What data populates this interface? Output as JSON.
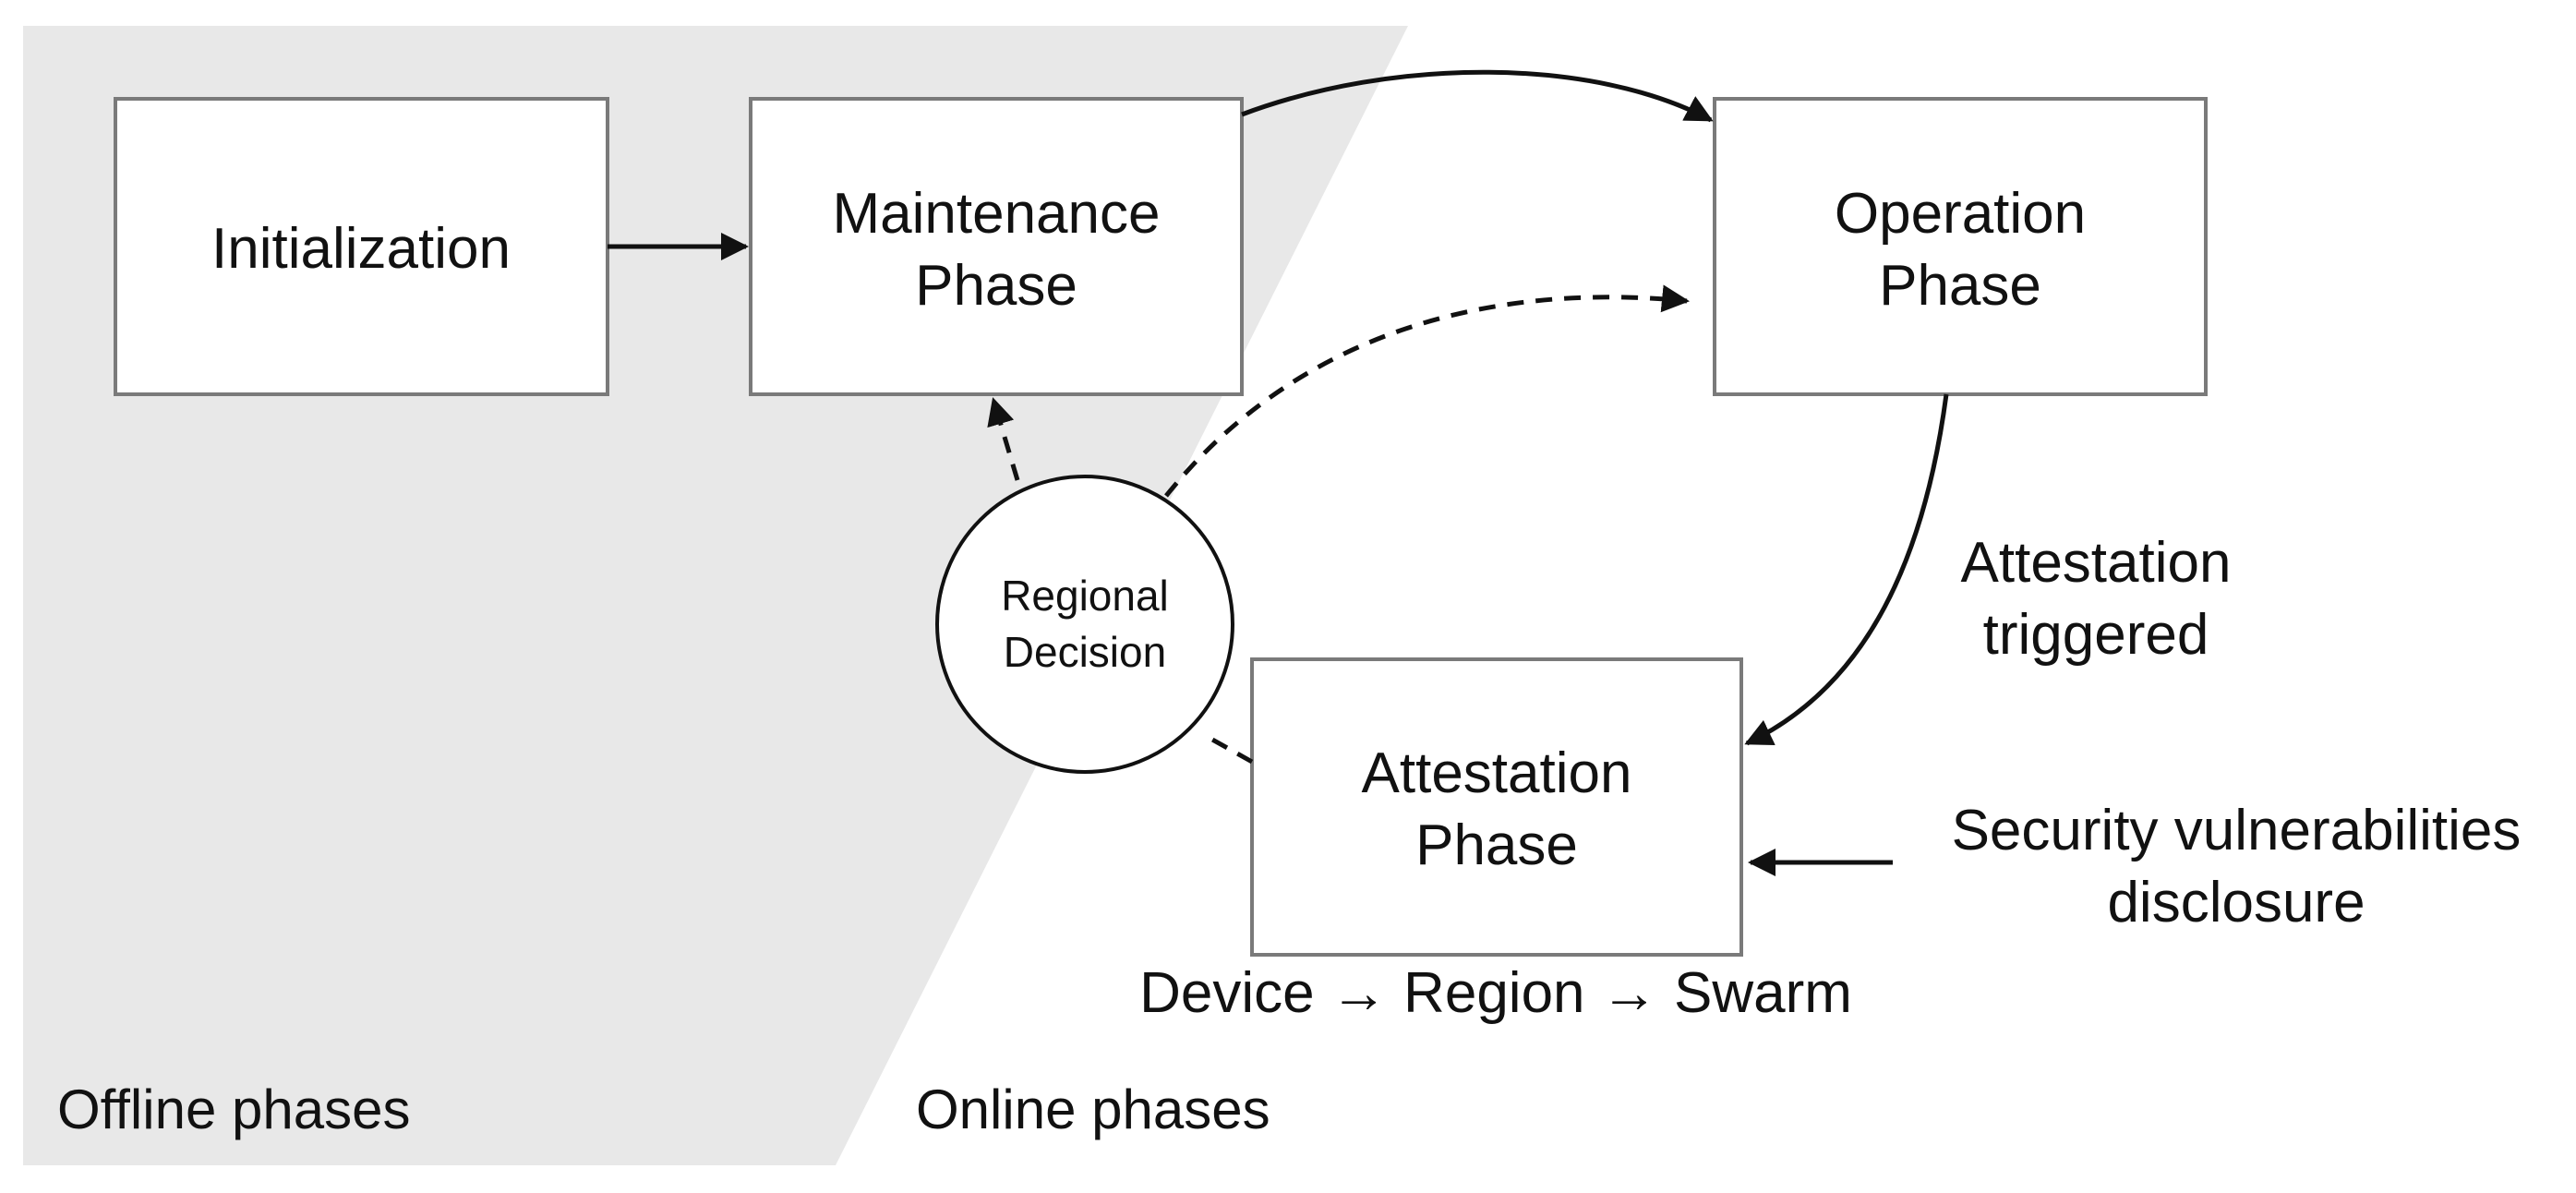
{
  "colors": {
    "offline_region": "#e8e8e8",
    "box_border": "#7a7a7a",
    "line": "#111111",
    "background": "#ffffff"
  },
  "regions": {
    "offline_label": "Offline phases",
    "online_label": "Online phases"
  },
  "nodes": {
    "initialization": {
      "lines": [
        "Initialization"
      ]
    },
    "maintenance": {
      "lines": [
        "Maintenance",
        "Phase"
      ]
    },
    "operation": {
      "lines": [
        "Operation",
        "Phase"
      ]
    },
    "attestation": {
      "lines": [
        "Attestation",
        "Phase"
      ]
    },
    "regional_decision": {
      "lines": [
        "Regional",
        "Decision"
      ]
    }
  },
  "labels": {
    "attestation_triggered": [
      "Attestation",
      "triggered"
    ],
    "security_vulnerabilities": [
      "Security vulnerabilities",
      "disclosure"
    ],
    "attestation_scope": "Device → Region → Swarm"
  }
}
